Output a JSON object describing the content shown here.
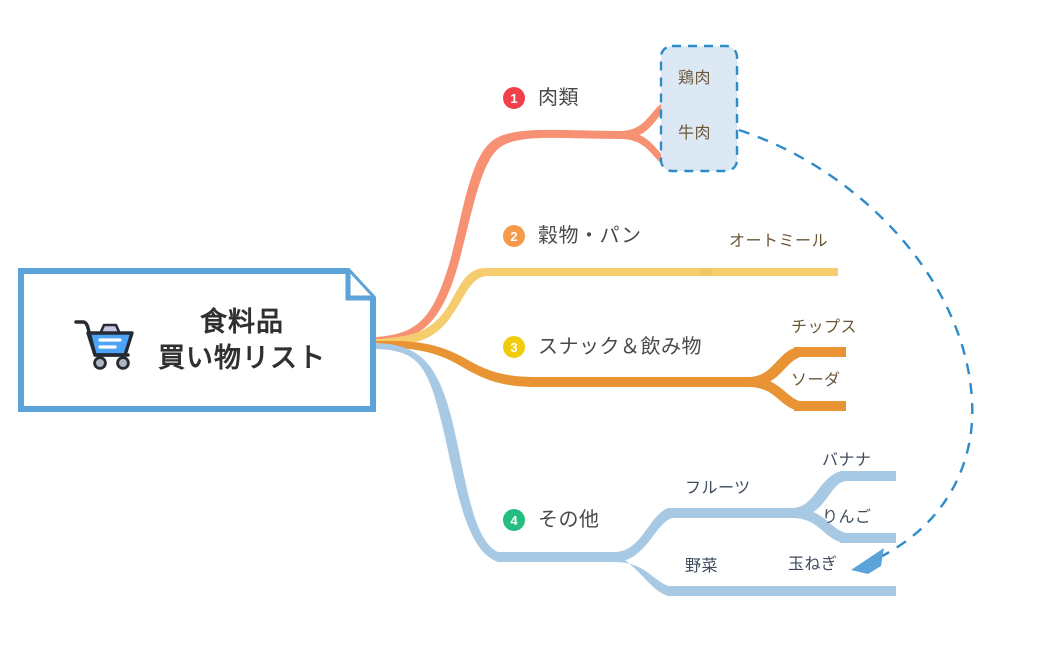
{
  "diagram": {
    "type": "mind-map",
    "title": "食料品 買い物リスト",
    "background": "#ffffff"
  },
  "central": {
    "line1": "食料品",
    "line2": "買い物リスト",
    "icon": "shopping-cart-icon",
    "border_color": "#5ba3d9",
    "fill_color": "#ffffff",
    "text_color": "#303030",
    "cart_basket_color": "#4da3f7",
    "cart_outline_color": "#262b33",
    "cart_item_color": "#c9c4e8",
    "cart_wheel_color": "#b0b4bb"
  },
  "branches": [
    {
      "number": "1",
      "label": "肉類",
      "badge_color": "#f1404b",
      "branch_color": "#f79173",
      "children": [
        {
          "label": "鶏肉",
          "color": "#f79173"
        },
        {
          "label": "牛肉",
          "color": "#f79173"
        }
      ]
    },
    {
      "number": "2",
      "label": "穀物・パン",
      "badge_color": "#f5994a",
      "branch_color": "#f5cd6e",
      "children": [
        {
          "label": "オートミール",
          "color": "#f5cd6e"
        }
      ]
    },
    {
      "number": "3",
      "label": "スナック＆飲み物",
      "badge_color": "#f0cc0c",
      "branch_color": "#e89434",
      "children": [
        {
          "label": "チップス",
          "color": "#e89434"
        },
        {
          "label": "ソーダ",
          "color": "#e89434"
        }
      ]
    },
    {
      "number": "4",
      "label": "その他",
      "badge_color": "#22bd7f",
      "branch_color": "#a8c9e4",
      "children": [
        {
          "label": "フルーツ",
          "color": "#a8c9e4",
          "children": [
            {
              "label": "バナナ",
              "color": "#a8c9e4"
            },
            {
              "label": "りんご",
              "color": "#a8c9e4"
            }
          ]
        },
        {
          "label": "野菜",
          "color": "#a8c9e4",
          "children": [
            {
              "label": "玉ねぎ",
              "color": "#a8c9e4"
            }
          ]
        }
      ]
    }
  ],
  "selection": {
    "name": "selection-box",
    "border_color": "#2e8bc9",
    "fill_color": "#dce9f4",
    "style": "dashed",
    "contains": [
      "鶏肉",
      "牛肉"
    ]
  },
  "relationship": {
    "name": "relationship-arrow",
    "style": "dashed",
    "color": "#2e8bc9",
    "from": "牛肉",
    "to": "玉ねぎ"
  }
}
